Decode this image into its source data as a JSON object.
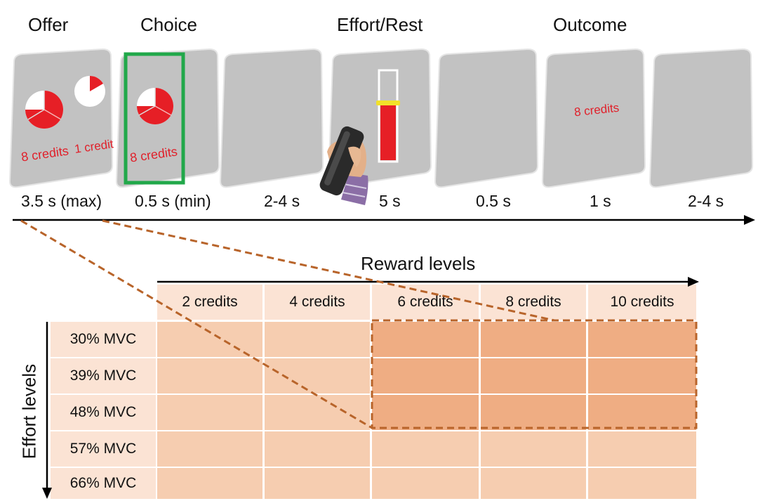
{
  "timeline": {
    "phases": [
      "Offer",
      "Choice",
      "Effort/Rest",
      "Outcome"
    ],
    "timings": [
      "3.5 s (max)",
      "0.5 s (min)",
      "2-4 s",
      "5 s",
      "0.5 s",
      "1 s",
      "2-4 s"
    ],
    "offer_left_credits": "8 credits",
    "offer_right_credits": "1 credit",
    "choice_credits": "8 credits",
    "outcome_credits": "8 credits"
  },
  "grid": {
    "x_title": "Reward levels",
    "y_title": "Effort levels",
    "reward_levels": [
      "2 credits",
      "4 credits",
      "6 credits",
      "8 credits",
      "10 credits"
    ],
    "effort_levels": [
      "30% MVC",
      "39% MVC",
      "48% MVC",
      "57% MVC",
      "66% MVC"
    ]
  },
  "colors": {
    "screen": "#c2c2c2",
    "cell_light": "#f6cdb0",
    "cell_dark": "#efad83",
    "header": "#fbe3d4",
    "dashed": "#b8642a",
    "choice_frame": "#21a84a",
    "red": "#e61f26"
  }
}
